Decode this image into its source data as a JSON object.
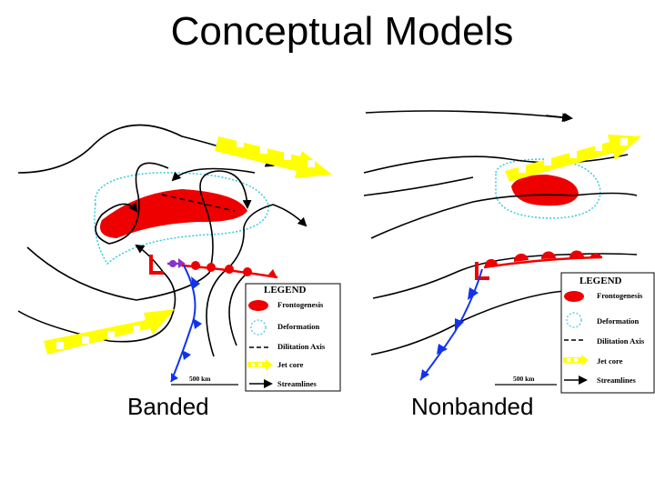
{
  "title": "Conceptual Models",
  "colors": {
    "frontogenesis": "#ee0000",
    "deformation": "#33ccdd",
    "jet_core": "#ffff00",
    "warm_front": "#ee0000",
    "cold_front": "#1133ee",
    "occluded": "#8833cc",
    "low": "#ee0000"
  },
  "panels": [
    {
      "caption": "Banded",
      "low_symbol": "L",
      "scale_label": "500 km",
      "legend": {
        "title": "LEGEND",
        "items": [
          "Frontogenesis",
          "Deformation",
          "Dilitation Axis",
          "Jet core",
          "Streamlines"
        ]
      }
    },
    {
      "caption": "Nonbanded",
      "low_symbol": "L",
      "scale_label": "500 km",
      "legend": {
        "title": "LEGEND",
        "items": [
          "Frontogenesis",
          "Deformation",
          "Dilitation Axis",
          "Jet core",
          "Streamlines"
        ]
      }
    }
  ]
}
